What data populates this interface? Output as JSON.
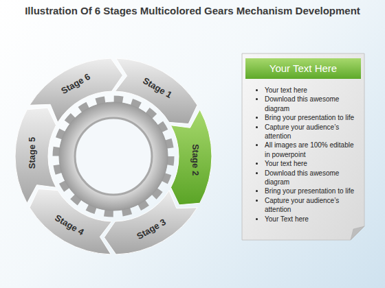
{
  "diagram": {
    "title": "Illustration Of 6 Stages Multicolored Gears Mechanism Development",
    "nodes": [
      {
        "text": [
          "Stage 1"
        ]
      },
      {
        "text": [
          "Stage 2"
        ]
      },
      {
        "text": [
          "Stage 3"
        ]
      },
      {
        "text": [
          "Stage 4"
        ]
      },
      {
        "text": [
          "Stage 5"
        ]
      },
      {
        "text": [
          "Stage 6"
        ]
      },
      {
        "text": [
          "Your Text Here",
          "Your text here",
          "Download this awesome diagram",
          "Bring your presentation to life",
          "Capture your audience’s attention",
          "All images are 100% editable in powerpoint",
          "Your text here",
          "Download this awesome diagram",
          "Bring your presentation to life",
          "Capture your audience’s attention",
          "Your Text here"
        ]
      }
    ]
  }
}
